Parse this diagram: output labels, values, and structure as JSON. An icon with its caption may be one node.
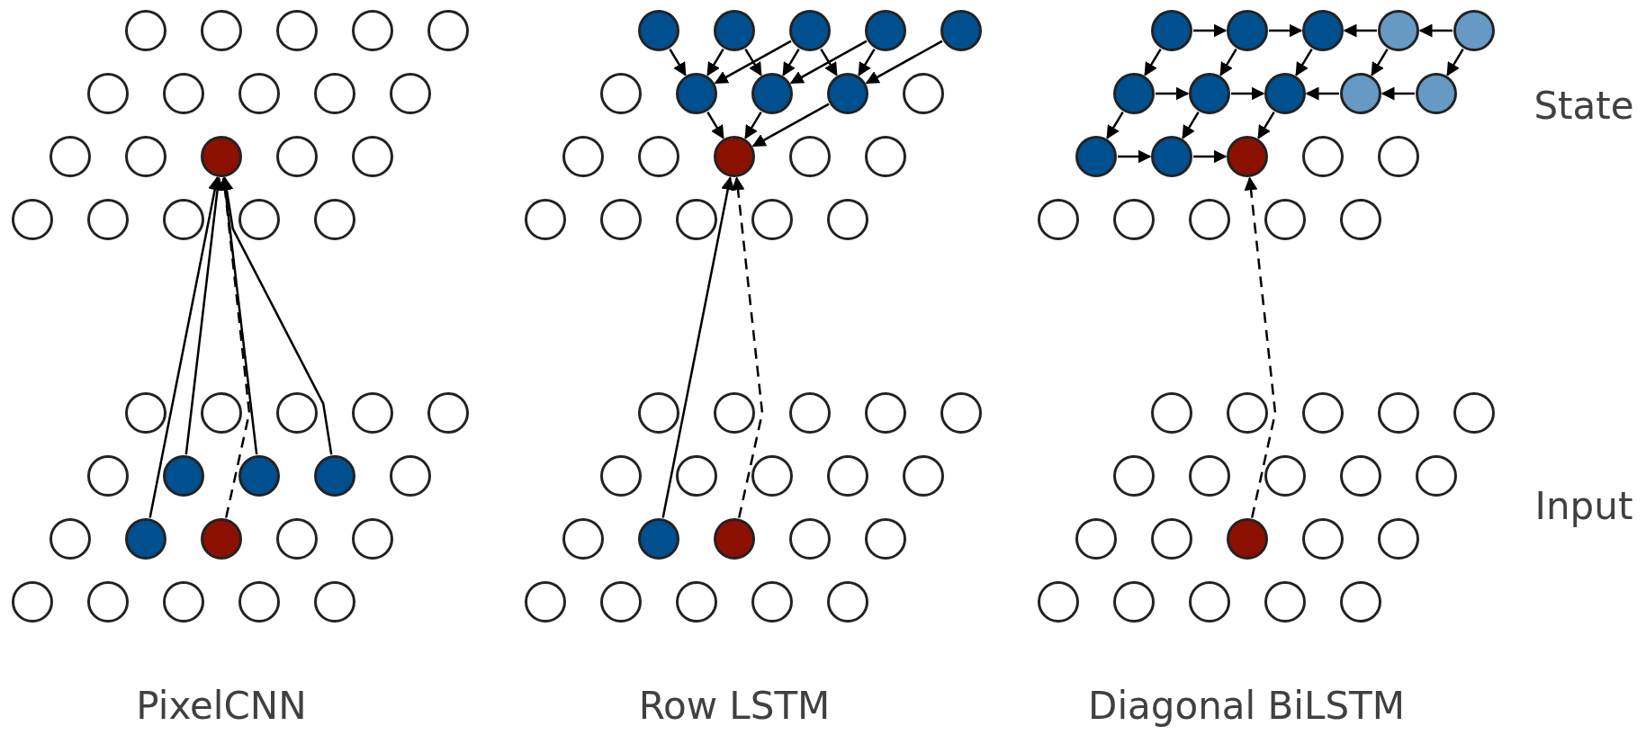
{
  "diagram": {
    "nodes": [
      {
        "text": [],
        "shape": "circle"
      },
      {
        "text": [],
        "shape": "circle"
      },
      {
        "text": [],
        "shape": "circle"
      },
      {
        "text": [],
        "shape": "circle"
      },
      {
        "text": [],
        "shape": "circle"
      },
      {
        "text": [],
        "shape": "circle"
      },
      {
        "text": [],
        "shape": "circle"
      },
      {
        "text": [],
        "shape": "circle"
      },
      {
        "text": [],
        "shape": "circle"
      },
      {
        "text": [],
        "shape": "circle"
      },
      {
        "text": [],
        "shape": "circle"
      },
      {
        "text": [],
        "shape": "circle"
      },
      {
        "text": [],
        "shape": "circle"
      },
      {
        "text": [],
        "shape": "circle"
      },
      {
        "text": [],
        "shape": "circle"
      },
      {
        "text": [],
        "shape": "circle"
      },
      {
        "text": [],
        "shape": "circle"
      },
      {
        "text": [],
        "shape": "circle"
      },
      {
        "text": [],
        "shape": "circle"
      },
      {
        "text": [],
        "shape": "circle"
      },
      {
        "text": [],
        "shape": "circle"
      },
      {
        "text": [],
        "shape": "circle"
      },
      {
        "text": [],
        "shape": "circle"
      },
      {
        "text": [],
        "shape": "circle"
      },
      {
        "text": [],
        "shape": "circle"
      },
      {
        "text": [],
        "shape": "circle"
      },
      {
        "text": [],
        "shape": "circle"
      },
      {
        "text": [],
        "shape": "circle"
      },
      {
        "text": [],
        "shape": "circle"
      },
      {
        "text": [],
        "shape": "circle"
      },
      {
        "text": [],
        "shape": "circle"
      },
      {
        "text": [],
        "shape": "circle"
      },
      {
        "text": [],
        "shape": "circle"
      },
      {
        "text": [],
        "shape": "circle"
      },
      {
        "text": [],
        "shape": "circle"
      },
      {
        "text": [],
        "shape": "circle"
      },
      {
        "text": [],
        "shape": "circle"
      },
      {
        "text": [],
        "shape": "circle"
      },
      {
        "text": [],
        "shape": "circle"
      },
      {
        "text": [],
        "shape": "circle"
      },
      {
        "text": [],
        "shape": "circle"
      },
      {
        "text": [],
        "shape": "circle"
      },
      {
        "text": [],
        "shape": "circle"
      },
      {
        "text": [],
        "shape": "circle"
      },
      {
        "text": [],
        "shape": "circle"
      },
      {
        "text": [],
        "shape": "circle"
      },
      {
        "text": [],
        "shape": "circle"
      },
      {
        "text": [],
        "shape": "circle"
      },
      {
        "text": [],
        "shape": "circle"
      },
      {
        "text": [],
        "shape": "circle"
      },
      {
        "text": [],
        "shape": "circle"
      },
      {
        "text": [],
        "shape": "circle"
      },
      {
        "text": [],
        "shape": "circle"
      },
      {
        "text": [],
        "shape": "circle"
      },
      {
        "text": [],
        "shape": "circle"
      },
      {
        "text": [],
        "shape": "circle"
      },
      {
        "text": [],
        "shape": "circle"
      },
      {
        "text": [],
        "shape": "circle"
      },
      {
        "text": [],
        "shape": "circle"
      },
      {
        "text": [],
        "shape": "circle"
      },
      {
        "text": [],
        "shape": "circle"
      },
      {
        "text": [],
        "shape": "circle"
      },
      {
        "text": [],
        "shape": "circle"
      },
      {
        "text": [],
        "shape": "circle"
      },
      {
        "text": [],
        "shape": "circle"
      },
      {
        "text": [],
        "shape": "circle"
      },
      {
        "text": [],
        "shape": "circle"
      },
      {
        "text": [],
        "shape": "circle"
      },
      {
        "text": [],
        "shape": "circle"
      },
      {
        "text": [],
        "shape": "circle"
      },
      {
        "text": [],
        "shape": "circle"
      },
      {
        "text": [],
        "shape": "circle"
      },
      {
        "text": [],
        "shape": "circle"
      },
      {
        "text": [],
        "shape": "circle"
      },
      {
        "text": [],
        "shape": "circle"
      },
      {
        "text": [],
        "shape": "circle"
      },
      {
        "text": [],
        "shape": "circle"
      },
      {
        "text": [],
        "shape": "circle"
      },
      {
        "text": [],
        "shape": "circle"
      },
      {
        "text": [],
        "shape": "circle"
      },
      {
        "text": [],
        "shape": "circle"
      },
      {
        "text": [],
        "shape": "circle"
      },
      {
        "text": [],
        "shape": "circle"
      },
      {
        "text": [],
        "shape": "circle"
      },
      {
        "text": [],
        "shape": "circle"
      },
      {
        "text": [],
        "shape": "circle"
      },
      {
        "text": [],
        "shape": "circle"
      },
      {
        "text": [],
        "shape": "circle"
      },
      {
        "text": [],
        "shape": "circle"
      },
      {
        "text": [],
        "shape": "circle"
      },
      {
        "text": [],
        "shape": "circle"
      },
      {
        "text": [],
        "shape": "circle"
      },
      {
        "text": [],
        "shape": "circle"
      },
      {
        "text": [],
        "shape": "circle"
      },
      {
        "text": [],
        "shape": "circle"
      },
      {
        "text": [],
        "shape": "circle"
      },
      {
        "text": [],
        "shape": "circle"
      },
      {
        "text": [],
        "shape": "circle"
      },
      {
        "text": [],
        "shape": "circle"
      },
      {
        "text": [],
        "shape": "circle"
      },
      {
        "text": [],
        "shape": "circle"
      },
      {
        "text": [],
        "shape": "circle"
      },
      {
        "text": [],
        "shape": "circle"
      },
      {
        "text": [],
        "shape": "circle"
      },
      {
        "text": [],
        "shape": "circle"
      },
      {
        "text": [],
        "shape": "circle"
      },
      {
        "text": [],
        "shape": "circle"
      },
      {
        "text": [],
        "shape": "circle"
      },
      {
        "text": [],
        "shape": "circle"
      },
      {
        "text": [],
        "shape": "circle"
      },
      {
        "text": [],
        "shape": "circle"
      },
      {
        "text": [],
        "shape": "circle"
      },
      {
        "text": [],
        "shape": "circle"
      },
      {
        "text": [],
        "shape": "circle"
      },
      {
        "text": [],
        "shape": "circle"
      },
      {
        "text": [],
        "shape": "circle"
      },
      {
        "text": [],
        "shape": "circle"
      },
      {
        "text": [],
        "shape": "circle"
      },
      {
        "text": [],
        "shape": "circle"
      },
      {
        "text": [],
        "shape": "circle"
      }
    ],
    "edges": [
      {
        "from": 31,
        "to": 12,
        "arrow": "to"
      },
      {
        "from": 26,
        "to": 12,
        "arrow": "to"
      },
      {
        "from": 32,
        "to": 12,
        "arrow": "to",
        "style": "dashed"
      },
      {
        "from": 27,
        "to": 12,
        "arrow": "to"
      },
      {
        "from": 28,
        "to": 12,
        "arrow": "to"
      },
      {
        "from": 40,
        "to": 46,
        "arrow": "to"
      },
      {
        "from": 41,
        "to": 46,
        "arrow": "to"
      },
      {
        "from": 42,
        "to": 46,
        "arrow": "to"
      },
      {
        "from": 41,
        "to": 47,
        "arrow": "to"
      },
      {
        "from": 42,
        "to": 47,
        "arrow": "to"
      },
      {
        "from": 43,
        "to": 47,
        "arrow": "to"
      },
      {
        "from": 42,
        "to": 48,
        "arrow": "to"
      },
      {
        "from": 43,
        "to": 48,
        "arrow": "to"
      },
      {
        "from": 44,
        "to": 48,
        "arrow": "to"
      },
      {
        "from": 46,
        "to": 52,
        "arrow": "to"
      },
      {
        "from": 47,
        "to": 52,
        "arrow": "to"
      },
      {
        "from": 48,
        "to": 52,
        "arrow": "to"
      },
      {
        "from": 71,
        "to": 52,
        "arrow": "to"
      },
      {
        "from": 72,
        "to": 52,
        "arrow": "to",
        "style": "dashed"
      },
      {
        "from": 80,
        "to": 81,
        "arrow": "to"
      },
      {
        "from": 81,
        "to": 82,
        "arrow": "to"
      },
      {
        "from": 83,
        "to": 82,
        "arrow": "to"
      },
      {
        "from": 84,
        "to": 83,
        "arrow": "to"
      },
      {
        "from": 85,
        "to": 86,
        "arrow": "to"
      },
      {
        "from": 86,
        "to": 87,
        "arrow": "to"
      },
      {
        "from": 88,
        "to": 87,
        "arrow": "to"
      },
      {
        "from": 89,
        "to": 88,
        "arrow": "to"
      },
      {
        "from": 90,
        "to": 91,
        "arrow": "to"
      },
      {
        "from": 91,
        "to": 92,
        "arrow": "to"
      },
      {
        "from": 80,
        "to": 85,
        "arrow": "to"
      },
      {
        "from": 81,
        "to": 86,
        "arrow": "to"
      },
      {
        "from": 82,
        "to": 87,
        "arrow": "to"
      },
      {
        "from": 83,
        "to": 88,
        "arrow": "to"
      },
      {
        "from": 84,
        "to": 89,
        "arrow": "to"
      },
      {
        "from": 85,
        "to": 90,
        "arrow": "to"
      },
      {
        "from": 86,
        "to": 91,
        "arrow": "to"
      },
      {
        "from": 87,
        "to": 92,
        "arrow": "to"
      },
      {
        "from": 112,
        "to": 92,
        "arrow": "to",
        "style": "dashed"
      }
    ],
    "labels": [
      "State",
      "Input",
      "PixelCNN",
      "Row LSTM",
      "Diagonal BiLSTM"
    ]
  }
}
